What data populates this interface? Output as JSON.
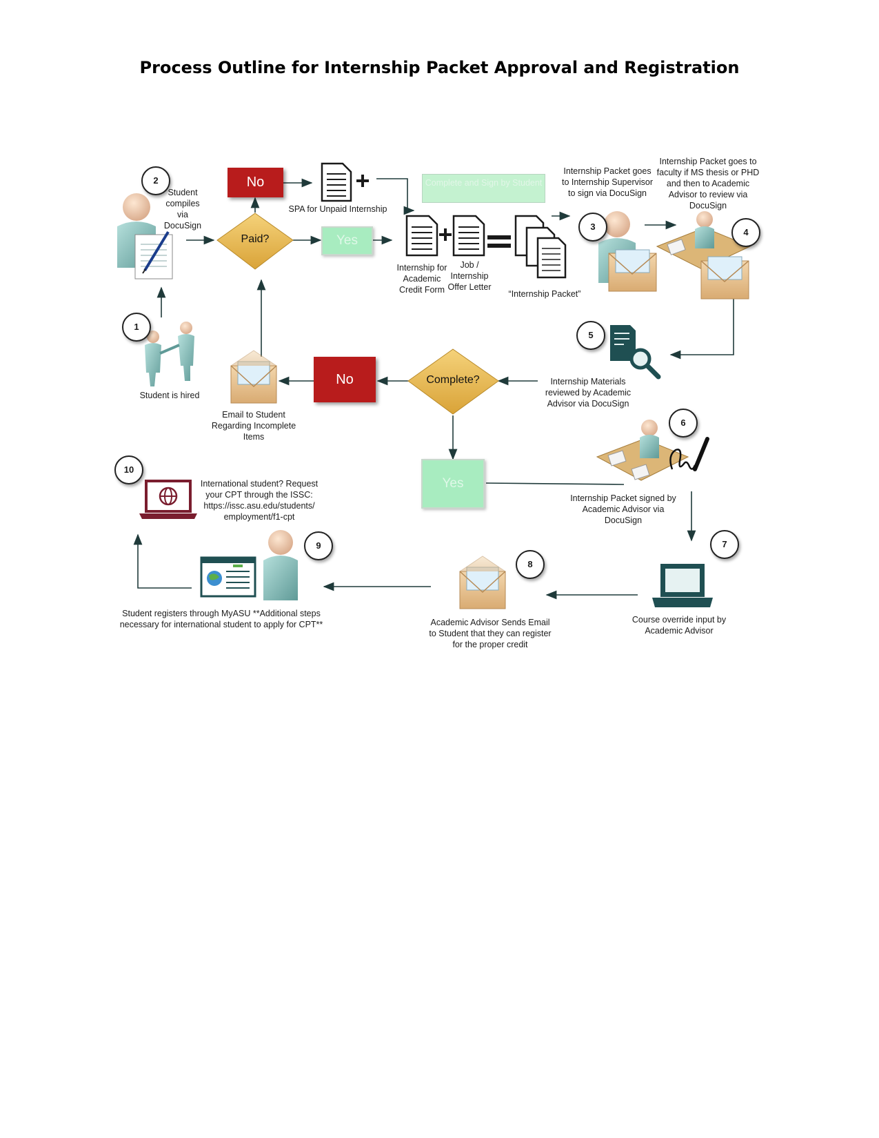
{
  "title": "Process Outline for Internship Packet Approval and Registration",
  "steps": {
    "s1": {
      "num": "1",
      "label": "Student is hired"
    },
    "s2": {
      "num": "2",
      "label": "Student compiles via DocuSign"
    },
    "s3": {
      "num": "3",
      "label": "Internship Packet goes to Internship Supervisor to sign via DocuSign"
    },
    "s4": {
      "num": "4",
      "label": "Internship Packet goes to faculty if MS thesis or PHD and then to Academic Advisor to review via DocuSign"
    },
    "s5": {
      "num": "5",
      "label": "Internship Materials reviewed by Academic Advisor via DocuSign"
    },
    "s6": {
      "num": "6",
      "label": "Internship Packet signed by Academic Advisor via DocuSign"
    },
    "s7": {
      "num": "7",
      "label": "Course override input by Academic Advisor"
    },
    "s8": {
      "num": "8",
      "label": "Academic Advisor Sends Email to Student that they can register for the proper credit"
    },
    "s9": {
      "num": "9",
      "label": "Student registers through MyASU **Additional steps necessary for international student to apply for CPT**"
    },
    "s10": {
      "num": "10",
      "label": "International student? Request your CPT through the ISSC: https://issc.asu.edu/students/ employment/f1-cpt"
    }
  },
  "decisions": {
    "paid": {
      "label": "Paid?",
      "no": "No",
      "yes": "Yes"
    },
    "complete": {
      "label": "Complete?",
      "no": "No",
      "yes": "Yes"
    }
  },
  "documents": {
    "spa": "SPA for Unpaid Internship",
    "complete_sign": "Complete and Sign by Student",
    "credit_form": "Internship for Academic Credit Form",
    "offer_letter": "Job / Internship Offer Letter",
    "packet": "“Internship Packet”"
  },
  "incomplete_email": "Email to Student Regarding Incomplete Items",
  "colors": {
    "no_box": "#b81c1c",
    "yes_box": "#a8ecc0",
    "decision": "#e5b64a",
    "teal": "#1f4f52",
    "person": "#8fc2bf",
    "envelope": "#e8c79a",
    "laptop_accent": "#7a1d2e"
  }
}
